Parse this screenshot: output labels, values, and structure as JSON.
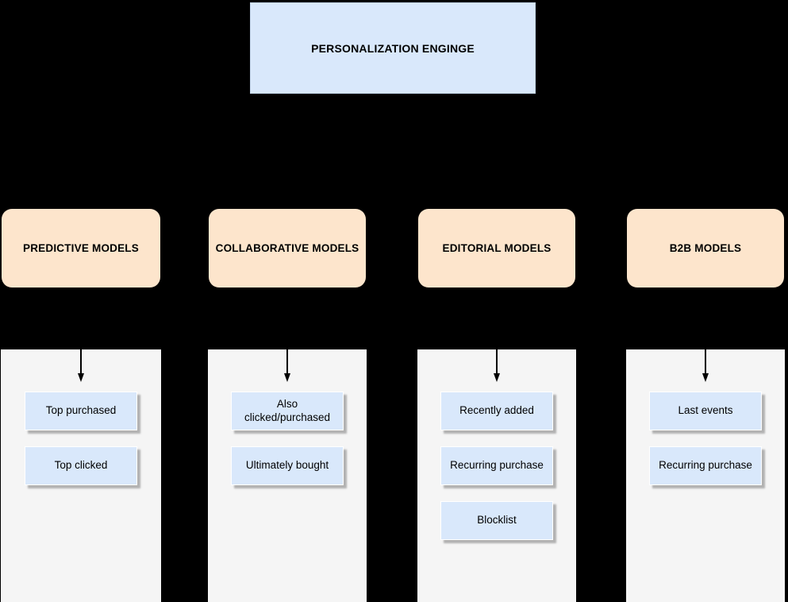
{
  "title": {
    "text": "PERSONALIZATION ENGINGE"
  },
  "colors": {
    "background": "#000000",
    "blue_node_fill": "#d9e8fb",
    "orange_node_fill": "#fde5cc",
    "panel_fill": "#f5f5f5",
    "connector": "#000000",
    "text": "#000000"
  },
  "branches": [
    {
      "id": "predictive",
      "label": "PREDICTIVE MODELS",
      "items": [
        "Top purchased",
        "Top clicked"
      ]
    },
    {
      "id": "collaborative",
      "label": "COLLABORATIVE MODELS",
      "items": [
        "Also clicked/purchased",
        "Ultimately bought"
      ]
    },
    {
      "id": "editorial",
      "label": "EDITORIAL MODELS",
      "items": [
        "Recently added",
        "Recurring purchase",
        "Blocklist"
      ]
    },
    {
      "id": "b2b",
      "label": "B2B MODELS",
      "items": [
        "Last events",
        "Recurring purchase"
      ]
    }
  ]
}
